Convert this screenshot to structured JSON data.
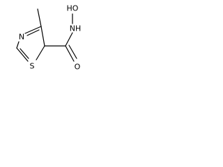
{
  "molecule": {
    "atoms": {
      "hydroxyl_oxygen": "HO",
      "amide_nitrogen": "NH",
      "carbonyl_oxygen": "O",
      "ring_nitrogen": "N",
      "ring_sulfur": "S"
    },
    "colors": {
      "bond": "#000000",
      "label": "#000000",
      "background": "#ffffff"
    }
  }
}
